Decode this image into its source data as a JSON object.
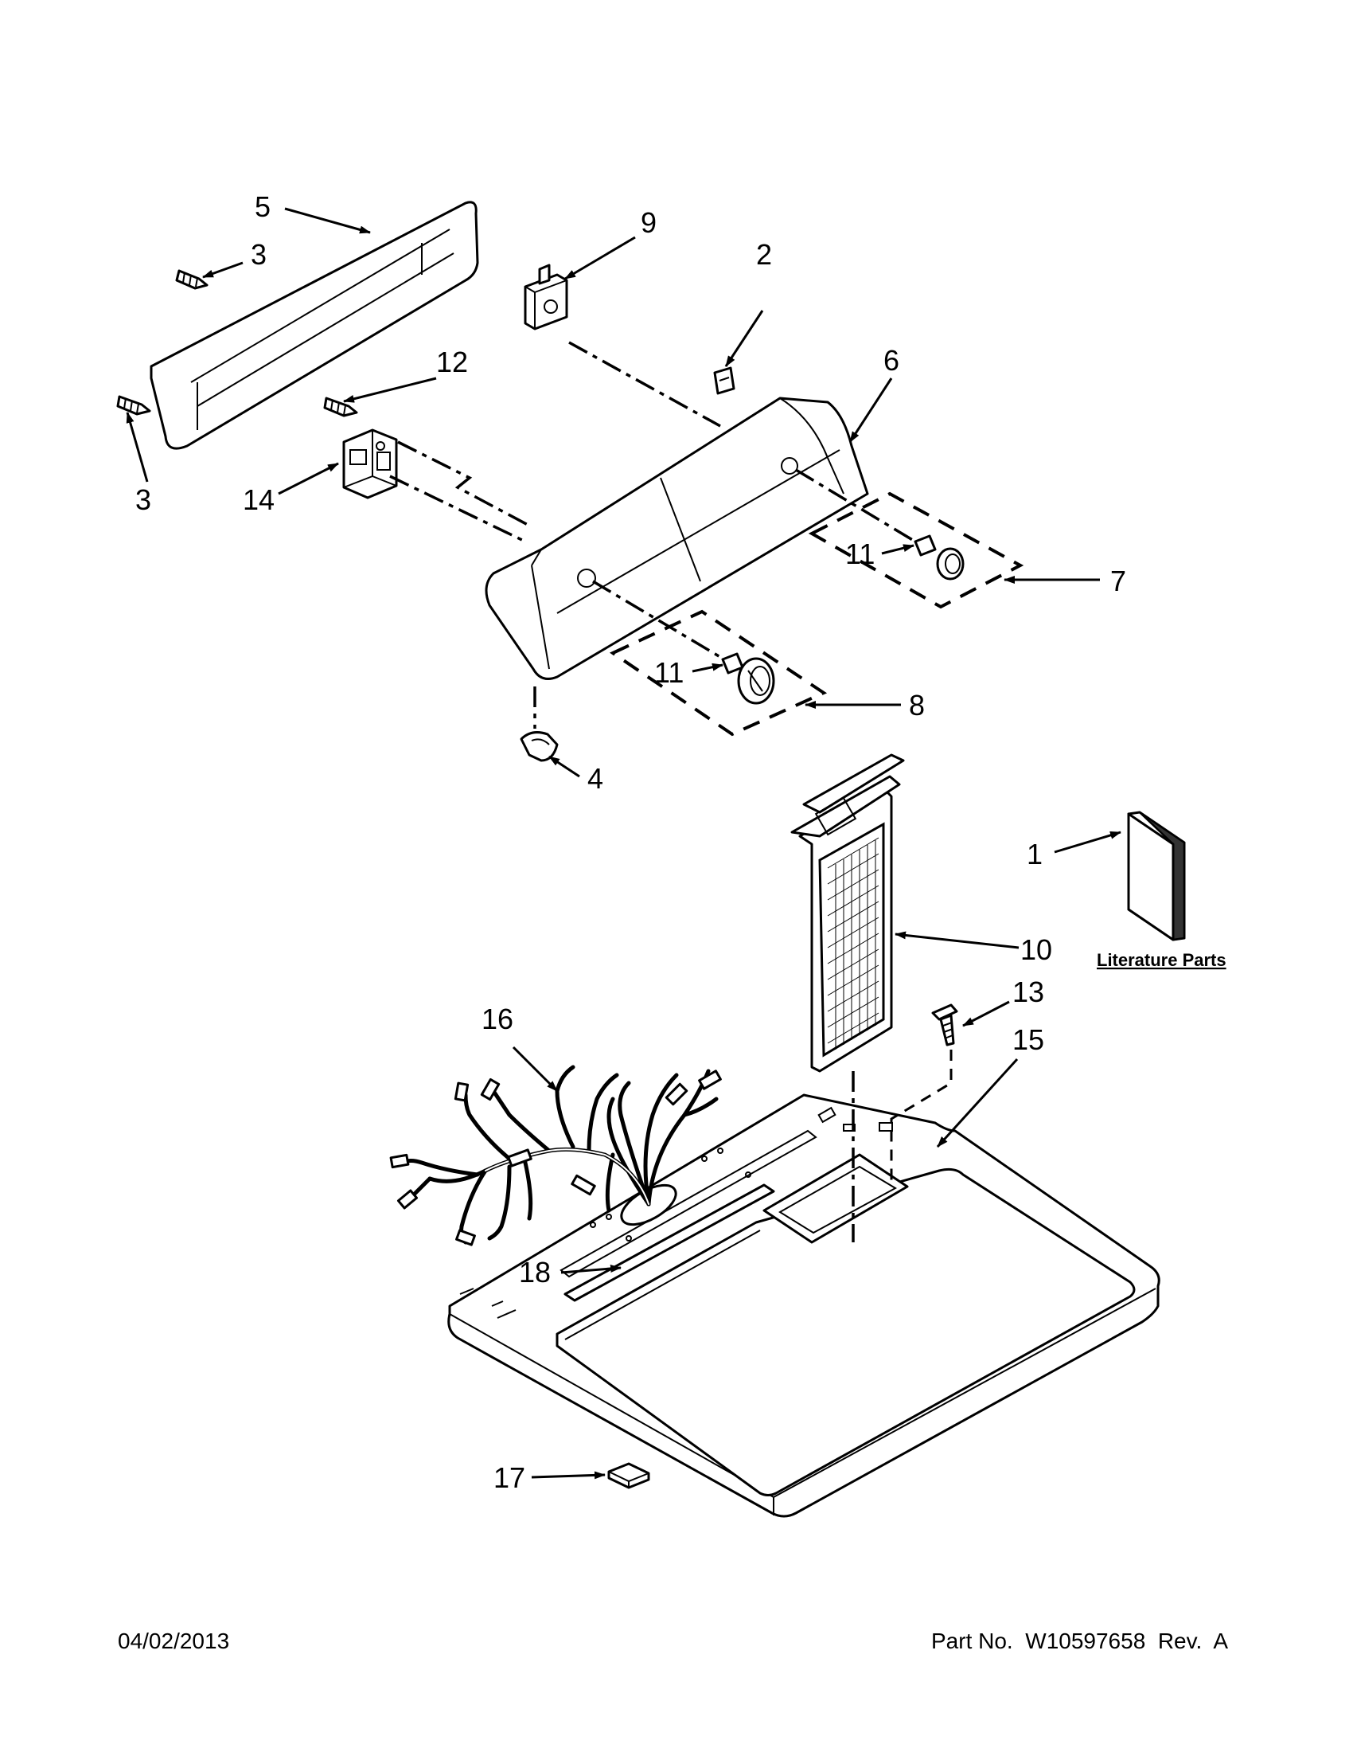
{
  "callouts": {
    "c1": "1",
    "c2": "2",
    "c3a": "3",
    "c3b": "3",
    "c4": "4",
    "c5": "5",
    "c6": "6",
    "c7": "7",
    "c8": "8",
    "c9": "9",
    "c10": "10",
    "c11a": "11",
    "c11b": "11",
    "c12": "12",
    "c13": "13",
    "c14": "14",
    "c15": "15",
    "c16": "16",
    "c17": "17",
    "c18": "18"
  },
  "literature_label": "Literature Parts",
  "footer": {
    "date": "04/02/2013",
    "part_no": "Part No.  W10597658  Rev.  A"
  }
}
